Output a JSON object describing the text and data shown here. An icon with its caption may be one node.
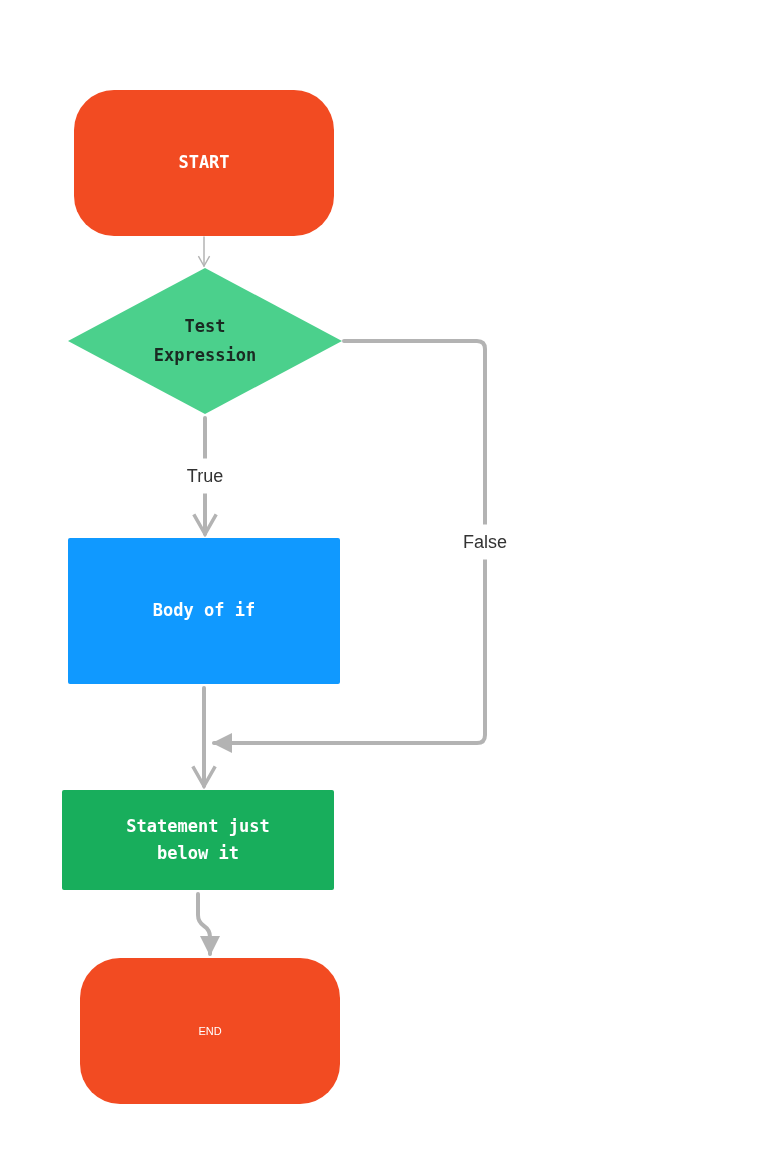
{
  "diagram": {
    "nodes": [
      {
        "text": [
          "START"
        ]
      },
      {
        "text": [
          "Test Expression"
        ]
      },
      {
        "text": [
          "Body of if"
        ]
      },
      {
        "text": [
          "Statement just below it"
        ]
      },
      {
        "text": [
          "END"
        ]
      }
    ],
    "edges": [
      {
        "from": 0,
        "to": 1,
        "arrow": "to"
      },
      {
        "from": 1,
        "to": 2,
        "arrow": "to",
        "label": "True"
      },
      {
        "from": 1,
        "to": 3,
        "arrow": "to",
        "label": "False"
      },
      {
        "from": 2,
        "to": 3,
        "arrow": "to"
      },
      {
        "from": 3,
        "to": 4,
        "arrow": "to"
      }
    ]
  }
}
